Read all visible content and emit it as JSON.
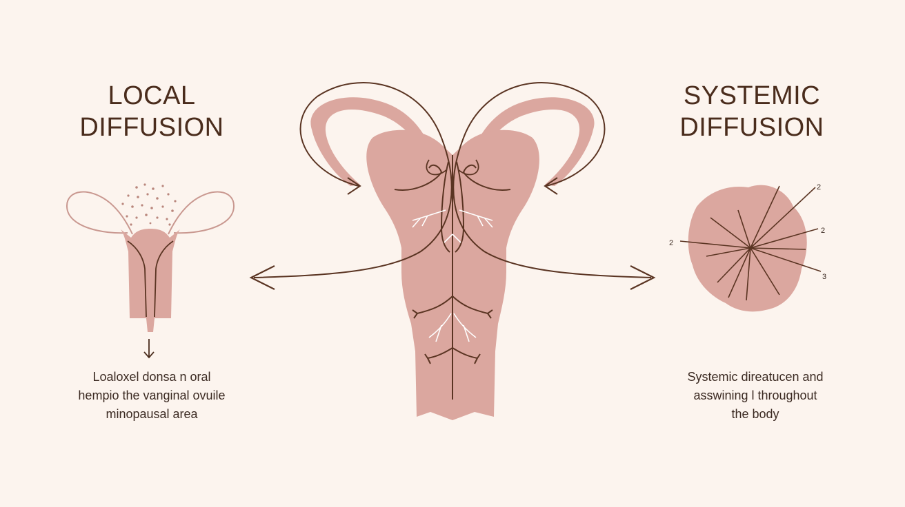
{
  "left_panel": {
    "title_line1": "LOCAL",
    "title_line2": "DIFFUSION",
    "caption_line1": "Loaloxel donsa n oral",
    "caption_line2": "hempio the vanginal ovuile",
    "caption_line3": "minopausal area"
  },
  "right_panel": {
    "title_line1": "SYSTEMIC",
    "title_line2": "DIFFUSION",
    "caption_line1": "Systemic direatucen and",
    "caption_line2": "asswining l throughout",
    "caption_line3": "the body",
    "ray_labels": [
      "2",
      "2",
      "3",
      "2"
    ]
  },
  "colors": {
    "background": "#fcf4ee",
    "organ_fill": "#dba79f",
    "line_brown": "#5a3422",
    "heading": "#4a2c1c"
  },
  "icons": [
    "uterus-icon",
    "organ-icon",
    "arrow-left-icon",
    "arrow-right-icon",
    "arrow-down-icon",
    "particle-cluster"
  ]
}
